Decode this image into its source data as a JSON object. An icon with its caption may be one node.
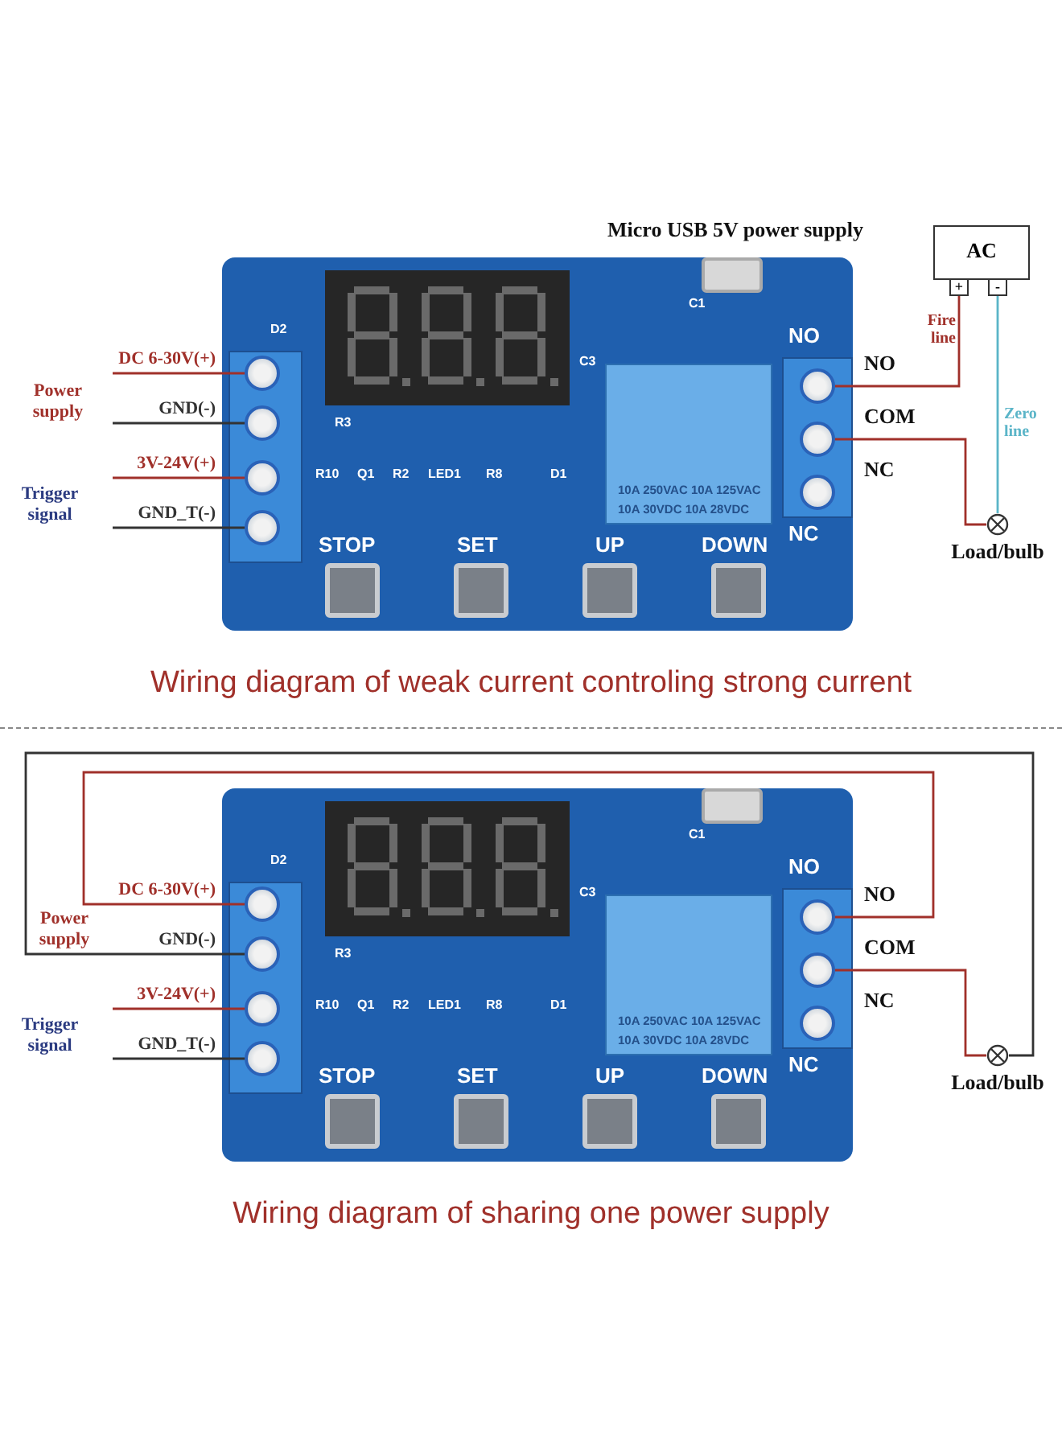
{
  "diagram": {
    "nodes": [
      {
        "text": [],
        "shape": "picture"
      },
      {
        "text": [],
        "shape": "circle",
        "in": 0
      },
      {
        "text": [],
        "shape": "circle",
        "in": 0
      },
      {
        "text": [],
        "shape": "circle",
        "in": 0
      },
      {
        "text": [],
        "shape": "circle",
        "in": 0
      },
      {
        "text": [],
        "shape": "circle",
        "in": 0,
        "beside": [
          "NO"
        ]
      },
      {
        "text": [],
        "shape": "circle",
        "in": 0,
        "beside": [
          "COM"
        ]
      },
      {
        "text": [],
        "shape": "circle",
        "in": 0,
        "beside": [
          "NC"
        ]
      },
      {
        "text": [],
        "shape": "box",
        "in": 0,
        "beside": [
          "Micro USB 5V power supply"
        ]
      },
      {
        "text": [
          "AC"
        ]
      },
      {
        "text": [
          "+"
        ]
      },
      {
        "text": [
          "-"
        ]
      },
      {
        "text": [],
        "shape": "circle",
        "beside": [
          "Load/bulb"
        ]
      },
      {
        "text": [],
        "shape": "picture"
      },
      {
        "text": [],
        "shape": "circle",
        "in": 13
      },
      {
        "text": [],
        "shape": "circle",
        "in": 13
      },
      {
        "text": [],
        "shape": "circle",
        "in": 13
      },
      {
        "text": [],
        "shape": "circle",
        "in": 13
      },
      {
        "text": [],
        "shape": "circle",
        "in": 13,
        "beside": [
          "NO"
        ]
      },
      {
        "text": [],
        "shape": "circle",
        "in": 13,
        "beside": [
          "COM"
        ]
      },
      {
        "text": [],
        "shape": "circle",
        "in": 13,
        "beside": [
          "NC"
        ]
      },
      {
        "text": [],
        "shape": "box",
        "in": 13
      },
      {
        "text": [],
        "shape": "circle",
        "beside": [
          "Load/bulb"
        ]
      }
    ],
    "edges": [
      {
        "from": null,
        "to": 1,
        "arrow": "none",
        "label": "DC 6-30V(+)"
      },
      {
        "from": null,
        "to": 2,
        "arrow": "none",
        "label": "GND(-)",
        "color": "#333333"
      },
      {
        "from": null,
        "to": 3,
        "arrow": "none",
        "label": "3V-24V(+)"
      },
      {
        "from": null,
        "to": 4,
        "arrow": "none",
        "label": "GND_T(-)",
        "color": "#333333"
      },
      {
        "from": 10,
        "to": 5,
        "arrow": "none",
        "label": "Fire line"
      },
      {
        "from": 6,
        "to": 12,
        "arrow": "none"
      },
      {
        "from": 11,
        "to": 12,
        "arrow": "none",
        "label": "Zero line",
        "color": "#5bb5c8"
      },
      {
        "from": 14,
        "to": 18,
        "arrow": "none",
        "label": "DC 6-30V(+)"
      },
      {
        "from": 15,
        "to": 22,
        "arrow": "none",
        "label": "GND(-)",
        "color": "#333333"
      },
      {
        "from": 19,
        "to": 22,
        "arrow": "none"
      },
      {
        "from": null,
        "to": 16,
        "arrow": "none",
        "label": "3V-24V(+)"
      },
      {
        "from": null,
        "to": 17,
        "arrow": "none",
        "label": "GND_T(-)",
        "color": "#333333"
      }
    ],
    "labels": [
      "Power supply",
      "Trigger signal",
      "D2",
      "C3",
      "C1",
      "R3",
      "R10",
      "Q1",
      "R2",
      "LED1",
      "R8",
      "D1",
      "10A 250VAC 10A 125VAC",
      "10A 30VDC 10A 28VDC",
      "STOP",
      "SET",
      "UP",
      "DOWN",
      "NO",
      "NC",
      "Wiring diagram of weak current controling strong current",
      "Power supply",
      "Trigger signal",
      "D2",
      "C3",
      "C1",
      "R3",
      "R10",
      "Q1",
      "R2",
      "LED1",
      "R8",
      "D1",
      "10A 250VAC 10A 125VAC",
      "10A 30VDC 10A 28VDC",
      "STOP",
      "SET",
      "UP",
      "DOWN",
      "NO",
      "NC",
      "Wiring diagram of sharing one power supply"
    ]
  }
}
